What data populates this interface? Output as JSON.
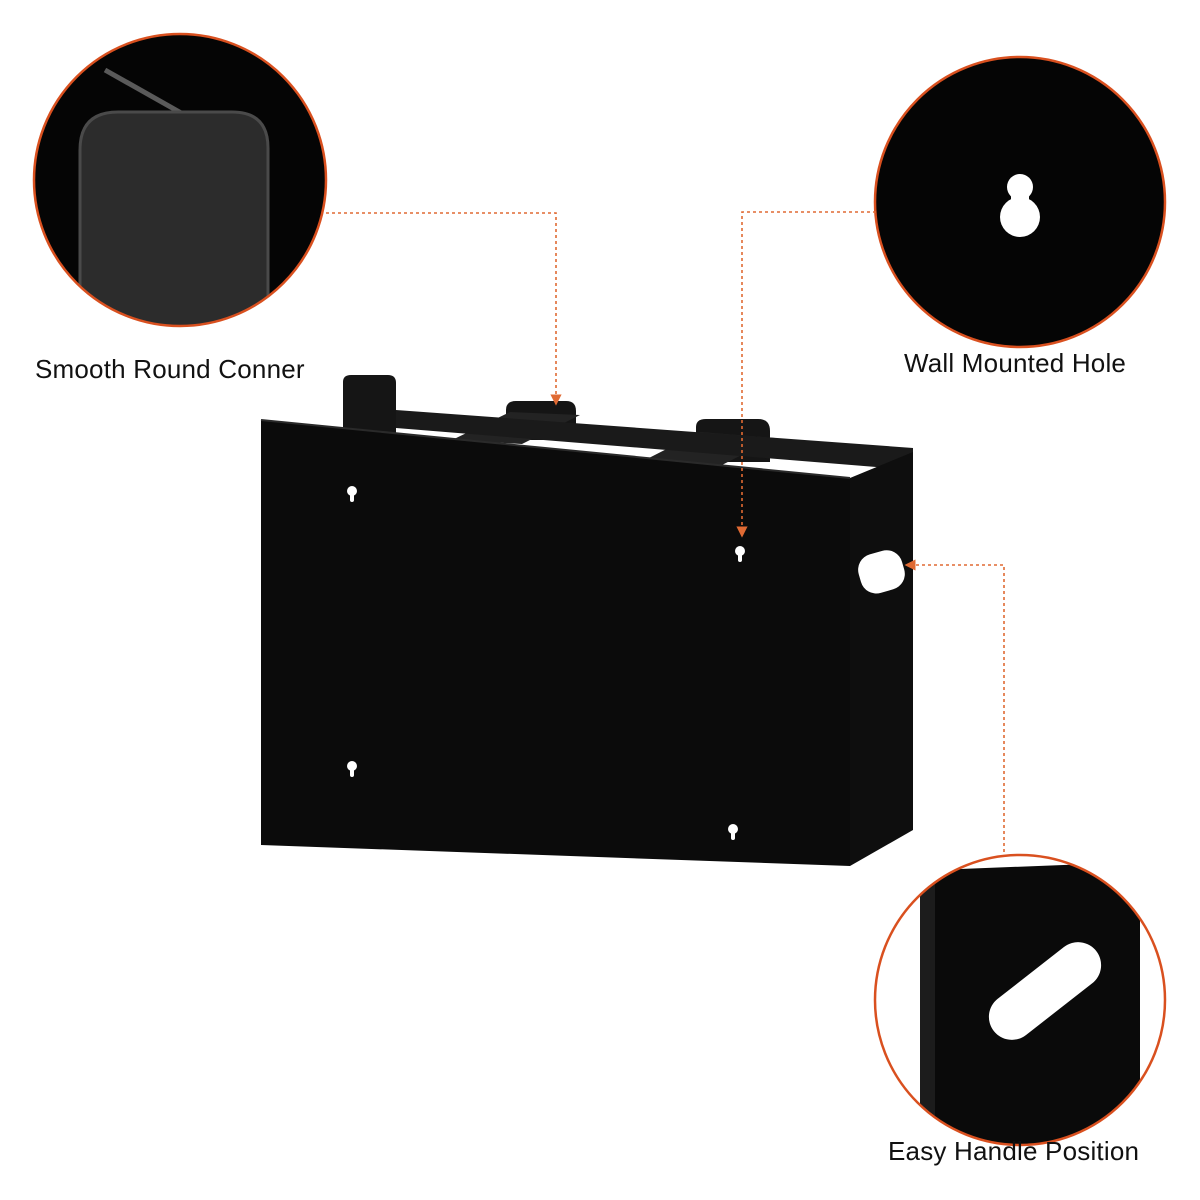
{
  "features": {
    "corner": {
      "label": "Smooth Round Conner",
      "icon": "rounded-corner-detail"
    },
    "hole": {
      "label": "Wall Mounted Hole",
      "icon": "keyhole-detail"
    },
    "handle": {
      "label": "Easy Handle Position",
      "icon": "handle-slot-detail"
    }
  },
  "product": {
    "name": "black acrylic wall-mounted organizer with three compartments"
  },
  "colors": {
    "product": "#0b0b0b",
    "callout_ring": "#d9501f",
    "callout_line": "#e06a33",
    "background": "#ffffff"
  }
}
